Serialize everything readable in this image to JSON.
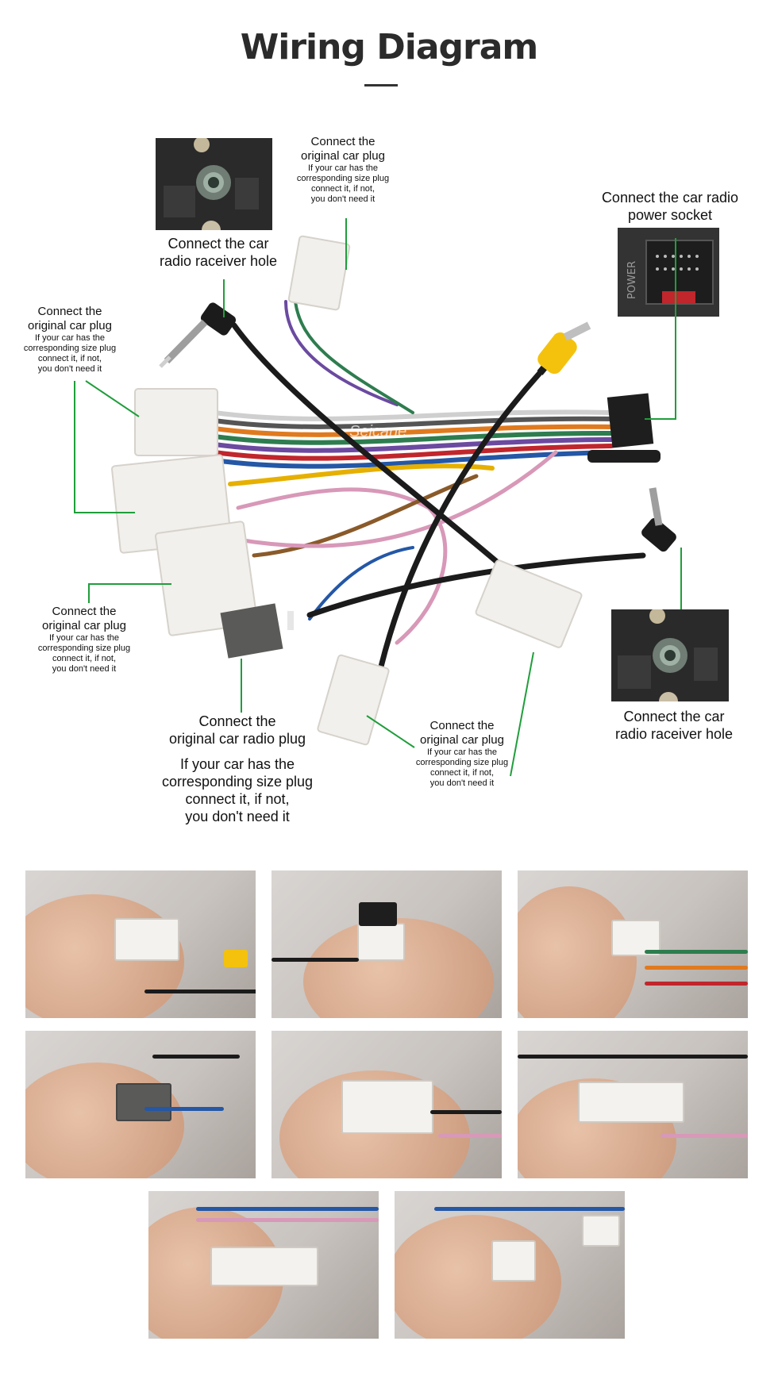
{
  "page": {
    "title": "Wiring Diagram"
  },
  "colors": {
    "leader_line": "#1f9e3b",
    "title": "#2b2b2b",
    "connector": "#f2f0ec",
    "antenna": "#1b1b1b",
    "rca_yellow": "#f4c20d"
  },
  "labels": {
    "receiver_hole_top": {
      "line1": "Connect the  car",
      "line2": "radio raceiver hole"
    },
    "plug_top": {
      "line1": "Connect the",
      "line2": "original car plug",
      "note1": "If your car has the",
      "note2": "corresponding size plug",
      "note3": "connect it, if not,",
      "note4": "you don't need it"
    },
    "power_socket": {
      "line1": "Connect the car radio",
      "line2": "power socket"
    },
    "plug_left": {
      "line1": "Connect the",
      "line2": "original car plug",
      "note1": "If your car has the",
      "note2": "corresponding size plug",
      "note3": "connect it, if not,",
      "note4": "you don't need it"
    },
    "plug_left_lower": {
      "line1": "Connect the",
      "line2": "original car plug",
      "note1": "If your car has the",
      "note2": "corresponding size plug",
      "note3": "connect it, if not,",
      "note4": "you don't need it"
    },
    "radio_plug": {
      "line1": "Connect the",
      "line2": "original car radio plug",
      "note1": "If your car has the",
      "note2": "corresponding size plug",
      "note3": "connect it, if not,",
      "note4": "you don't need it"
    },
    "plug_bottom": {
      "line1": "Connect the",
      "line2": "original car plug",
      "note1": "If your car has the",
      "note2": "corresponding size plug",
      "note3": "connect it, if not,",
      "note4": "you don't need it"
    },
    "receiver_hole_right": {
      "line1": "Connect the  car",
      "line2": "radio raceiver hole"
    },
    "watermark": "Seicane",
    "power_text": "POWER"
  },
  "icons": [
    "antenna-plug-icon",
    "rca-plug-icon",
    "connector-plug-icon",
    "power-socket-icon"
  ]
}
